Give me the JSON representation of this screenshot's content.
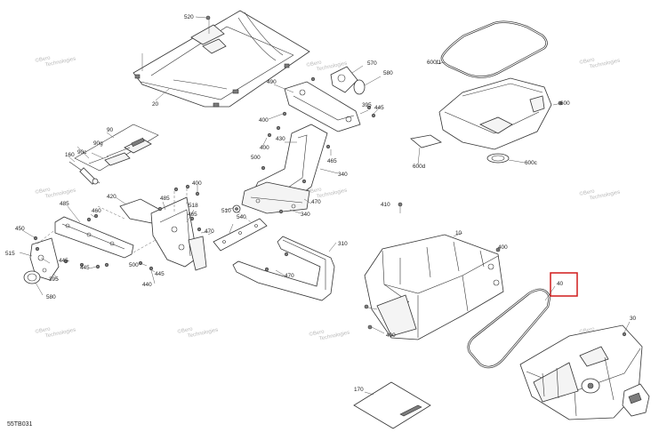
{
  "reference_code": "55TB031",
  "highlight_color": "#d01c1c",
  "watermark_lines": [
    "©Bero",
    "Technologies"
  ],
  "labels": [
    {
      "id": "p520",
      "text": "520"
    },
    {
      "id": "p20",
      "text": "20"
    },
    {
      "id": "p570",
      "text": "570"
    },
    {
      "id": "p580",
      "text": "580"
    },
    {
      "id": "p490",
      "text": "490"
    },
    {
      "id": "p395a",
      "text": "395"
    },
    {
      "id": "p445a",
      "text": "445"
    },
    {
      "id": "p400a",
      "text": "400"
    },
    {
      "id": "p430",
      "text": "430"
    },
    {
      "id": "p400b",
      "text": "400"
    },
    {
      "id": "p465a",
      "text": "465"
    },
    {
      "id": "p500a",
      "text": "500"
    },
    {
      "id": "p340a",
      "text": "340"
    },
    {
      "id": "p90",
      "text": "90"
    },
    {
      "id": "p90g",
      "text": "90g"
    },
    {
      "id": "p90c",
      "text": "90c"
    },
    {
      "id": "p160",
      "text": "160"
    },
    {
      "id": "p600f1",
      "text": "600f1"
    },
    {
      "id": "p600",
      "text": "600"
    },
    {
      "id": "p600d",
      "text": "600d"
    },
    {
      "id": "p600c",
      "text": "600c"
    },
    {
      "id": "p400c",
      "text": "400"
    },
    {
      "id": "p420",
      "text": "420"
    },
    {
      "id": "p485a",
      "text": "485"
    },
    {
      "id": "p518",
      "text": "518"
    },
    {
      "id": "p465b",
      "text": "465"
    },
    {
      "id": "p485b",
      "text": "485"
    },
    {
      "id": "p460",
      "text": "460"
    },
    {
      "id": "p450",
      "text": "450"
    },
    {
      "id": "p510",
      "text": "510"
    },
    {
      "id": "p470a",
      "text": "470"
    },
    {
      "id": "p540",
      "text": "540"
    },
    {
      "id": "p340b",
      "text": "340"
    },
    {
      "id": "p470b",
      "text": "470"
    },
    {
      "id": "p515",
      "text": "515"
    },
    {
      "id": "p445b",
      "text": "445"
    },
    {
      "id": "p445c",
      "text": "445"
    },
    {
      "id": "p500b",
      "text": "500"
    },
    {
      "id": "p445d",
      "text": "445"
    },
    {
      "id": "p395b",
      "text": "395"
    },
    {
      "id": "p440",
      "text": "440"
    },
    {
      "id": "p580b",
      "text": "580"
    },
    {
      "id": "p310",
      "text": "310"
    },
    {
      "id": "p470c",
      "text": "470"
    },
    {
      "id": "p410",
      "text": "410"
    },
    {
      "id": "p10",
      "text": "10"
    },
    {
      "id": "p400d",
      "text": "400"
    },
    {
      "id": "p40",
      "text": "40"
    },
    {
      "id": "p400e",
      "text": "400"
    },
    {
      "id": "p30",
      "text": "30"
    },
    {
      "id": "p170",
      "text": "170"
    }
  ]
}
